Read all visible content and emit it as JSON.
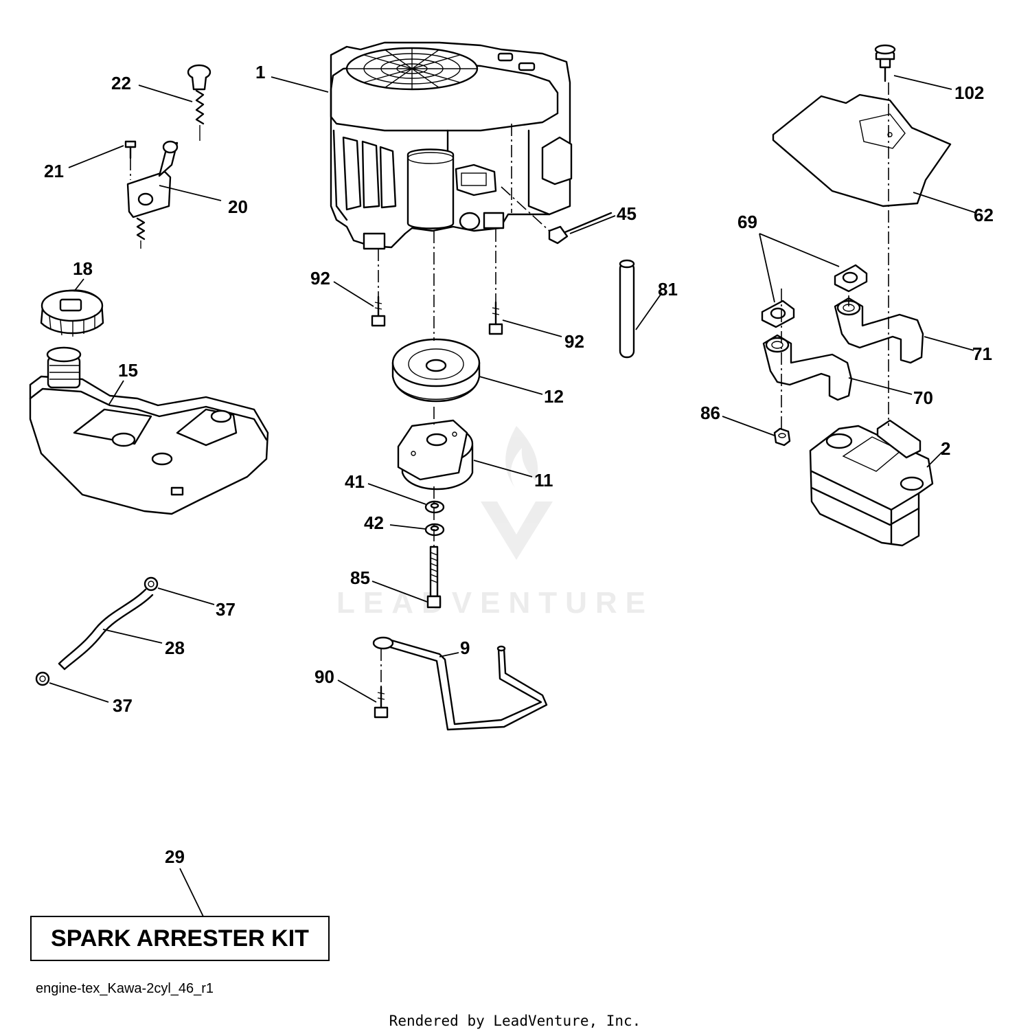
{
  "callouts": [
    "1",
    "22",
    "21",
    "20",
    "18",
    "15",
    "92",
    "92",
    "45",
    "81",
    "69",
    "62",
    "102",
    "71",
    "70",
    "86",
    "2",
    "12",
    "11",
    "41",
    "42",
    "85",
    "37",
    "28",
    "37",
    "9",
    "90",
    "29"
  ],
  "kit_label": "SPARK ARRESTER KIT",
  "diagram_id": "engine-tex_Kawa-2cyl_46_r1",
  "rendered_by": "Rendered by LeadVenture, Inc.",
  "watermark": "LEADVENTURE"
}
